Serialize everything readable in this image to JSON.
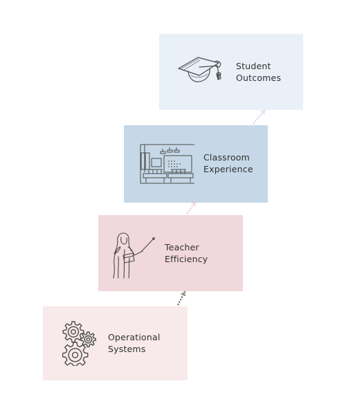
{
  "colors": {
    "stage1_bg": "#f8e9ea",
    "stage2_bg": "#f0d8dc",
    "stage3_bg": "#c6d8e7",
    "stage4_bg": "#e9f0f8",
    "arrow1": "#555555",
    "arrow2": "#e8c1c8",
    "arrow3": "#c8d0e8",
    "text": "#2f2f2f"
  },
  "stages": [
    {
      "line1": "Operational",
      "line2": "Systems",
      "icon": "gears-icon"
    },
    {
      "line1": "Teacher",
      "line2": "Efficiency",
      "icon": "teacher-icon"
    },
    {
      "line1": "Classroom",
      "line2": "Experience",
      "icon": "classroom-icon"
    },
    {
      "line1": "Student",
      "line2": "Outcomes",
      "icon": "graduation-cap-icon"
    }
  ]
}
